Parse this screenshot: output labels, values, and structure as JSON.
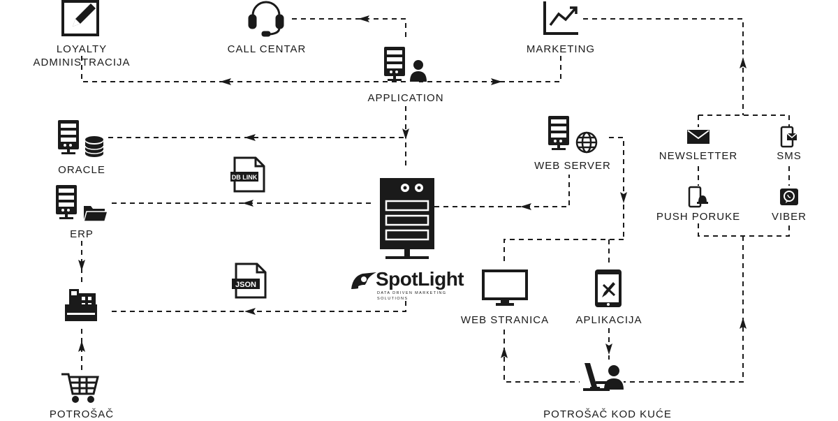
{
  "nodes": {
    "loyalty": "LOYALTY\nADMINISTRACIJA",
    "call_centar": "CALL CENTAR",
    "marketing": "MARKETING",
    "application": "APPLICATION",
    "oracle": "ORACLE",
    "erp": "ERP",
    "web_server": "WEB SERVER",
    "newsletter": "NEWSLETTER",
    "sms": "SMS",
    "push_poruke": "PUSH PORUKE",
    "viber": "VIBER",
    "web_stranica": "WEB STRANICA",
    "aplikacija": "APLIKACIJA",
    "potrosac": "POTROŠAČ",
    "potrosac_kod_kuce": "POTROŠAČ KOD KUĆE"
  },
  "badges": {
    "db_link": "DB LINK",
    "json": "JSON"
  },
  "brand": {
    "name": "SpotLight",
    "tagline": "DATA DRIVEN MARKETING SOLUTIONS"
  },
  "icons": [
    "edit-icon",
    "headset-icon",
    "chart-icon",
    "server-user-icon",
    "server-database-icon",
    "server-folder-icon",
    "server-globe-icon",
    "main-server-icon",
    "cash-register-icon",
    "shopping-cart-icon",
    "envelope-icon",
    "phone-message-icon",
    "phone-bell-icon",
    "viber-icon",
    "monitor-icon",
    "tablet-icon",
    "person-desk-icon",
    "db-link-file-icon",
    "json-file-icon",
    "spotlight-logo"
  ],
  "colors": {
    "ink": "#1a1a1a",
    "background": "#ffffff"
  }
}
